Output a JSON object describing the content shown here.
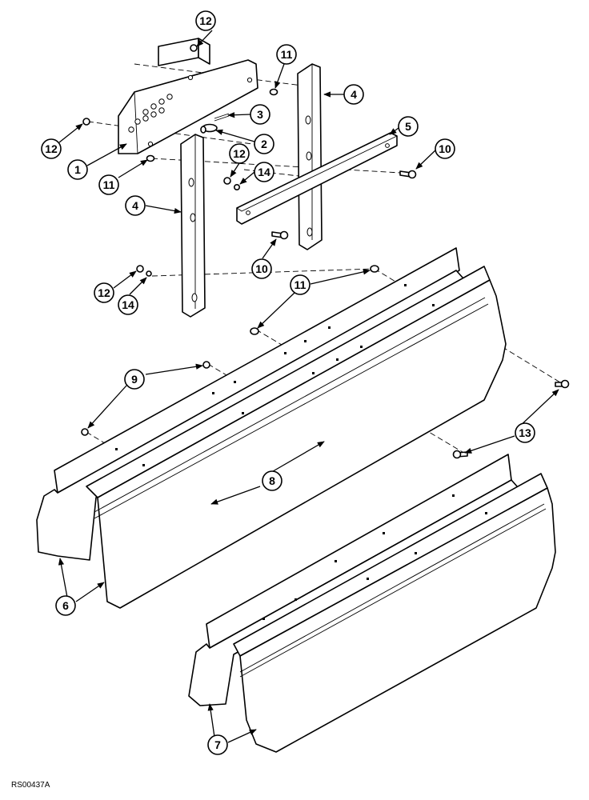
{
  "callouts": [
    {
      "n": "12"
    },
    {
      "n": "11"
    },
    {
      "n": "4"
    },
    {
      "n": "3"
    },
    {
      "n": "2"
    },
    {
      "n": "5"
    },
    {
      "n": "10"
    },
    {
      "n": "12"
    },
    {
      "n": "1"
    },
    {
      "n": "11"
    },
    {
      "n": "12"
    },
    {
      "n": "14"
    },
    {
      "n": "4"
    },
    {
      "n": "10"
    },
    {
      "n": "12"
    },
    {
      "n": "14"
    },
    {
      "n": "11"
    },
    {
      "n": "9"
    },
    {
      "n": "13"
    },
    {
      "n": "8"
    },
    {
      "n": "6"
    },
    {
      "n": "7"
    }
  ],
  "reference_code": "RS00437A"
}
